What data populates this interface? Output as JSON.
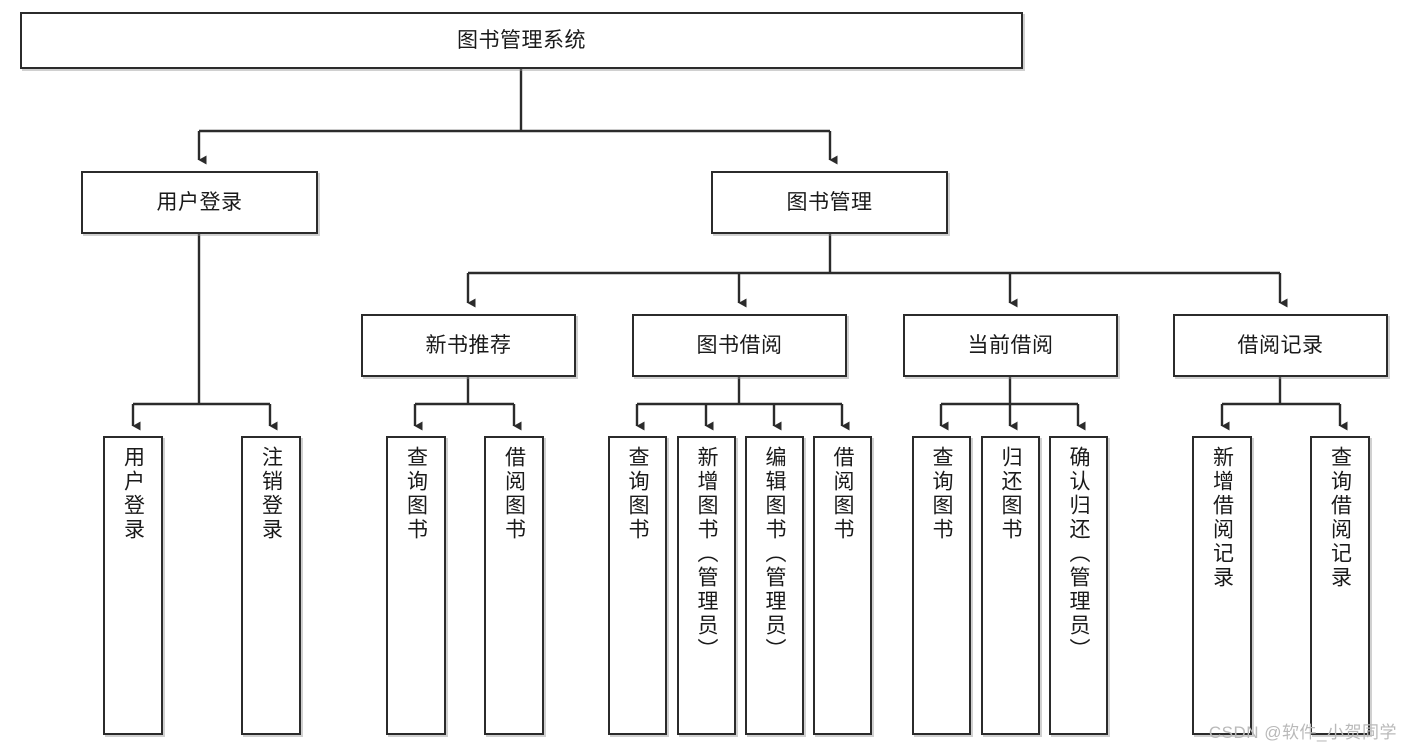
{
  "diagram": {
    "type": "tree-hierarchy",
    "title": "图书管理系统",
    "orientation": "top-down",
    "colors": {
      "node_border": "#2b2b2b",
      "node_fill": "#ffffff",
      "edge": "#2b2b2b",
      "background": "#ffffff",
      "watermark": "#b9b9b9"
    },
    "root": {
      "id": "root",
      "label": "图书管理系统"
    },
    "level2": [
      {
        "id": "user-login",
        "label": "用户登录"
      },
      {
        "id": "book-manage",
        "label": "图书管理"
      }
    ],
    "level3": [
      {
        "id": "new-book-recommend",
        "label": "新书推荐",
        "parent": "book-manage"
      },
      {
        "id": "book-borrow",
        "label": "图书借阅",
        "parent": "book-manage"
      },
      {
        "id": "current-borrow",
        "label": "当前借阅",
        "parent": "book-manage"
      },
      {
        "id": "borrow-record",
        "label": "借阅记录",
        "parent": "book-manage"
      }
    ],
    "leaves": [
      {
        "id": "leaf-user-login",
        "label": "用户登录",
        "parent": "user-login"
      },
      {
        "id": "leaf-user-logout",
        "label": "注销登录",
        "parent": "user-login"
      },
      {
        "id": "leaf-query-book-1",
        "label": "查询图书",
        "parent": "new-book-recommend"
      },
      {
        "id": "leaf-borrow-book-1",
        "label": "借阅图书",
        "parent": "new-book-recommend"
      },
      {
        "id": "leaf-query-book-2",
        "label": "查询图书",
        "parent": "book-borrow"
      },
      {
        "id": "leaf-add-book",
        "label": "新增图书（管理员）",
        "parent": "book-borrow"
      },
      {
        "id": "leaf-edit-book",
        "label": "编辑图书（管理员）",
        "parent": "book-borrow"
      },
      {
        "id": "leaf-borrow-book-2",
        "label": "借阅图书",
        "parent": "book-borrow"
      },
      {
        "id": "leaf-query-book-3",
        "label": "查询图书",
        "parent": "current-borrow"
      },
      {
        "id": "leaf-return-book",
        "label": "归还图书",
        "parent": "current-borrow"
      },
      {
        "id": "leaf-confirm-return",
        "label": "确认归还（管理员）",
        "parent": "current-borrow"
      },
      {
        "id": "leaf-add-record",
        "label": "新增借阅记录",
        "parent": "borrow-record"
      },
      {
        "id": "leaf-query-record",
        "label": "查询借阅记录",
        "parent": "borrow-record"
      }
    ],
    "watermark": "CSDN @软件_小贺同学"
  }
}
